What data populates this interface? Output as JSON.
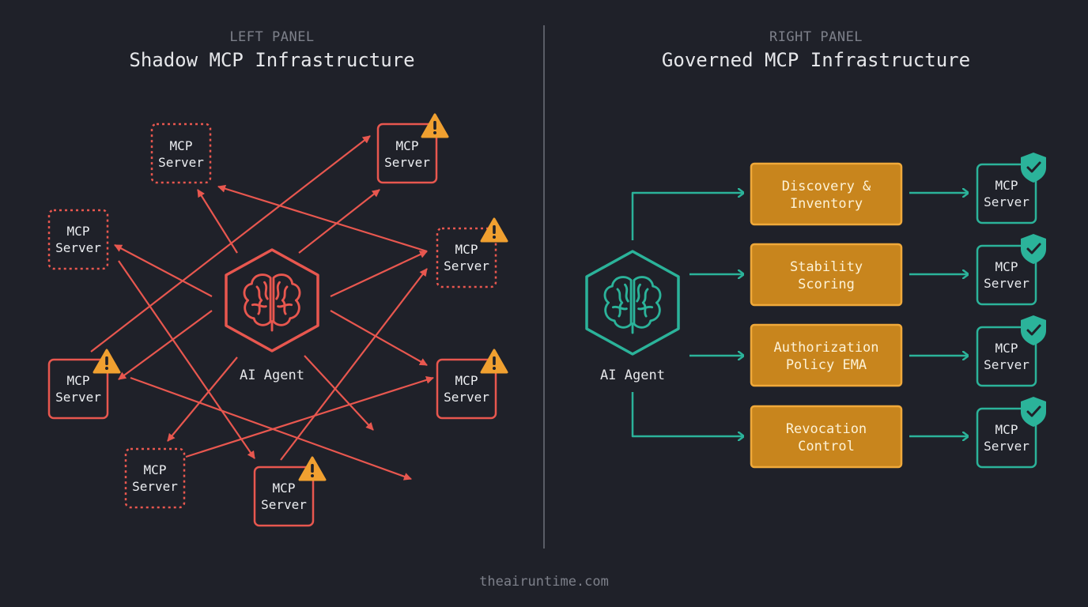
{
  "left_panel": {
    "label": "LEFT PANEL",
    "title": "Shadow MCP Infrastructure",
    "agent_label": "AI Agent",
    "server_line1": "MCP",
    "server_line2": "Server"
  },
  "right_panel": {
    "label": "RIGHT PANEL",
    "title": "Governed MCP Infrastructure",
    "agent_label": "AI Agent",
    "steps": [
      {
        "line1": "Discovery &",
        "line2": "Inventory"
      },
      {
        "line1": "Stability",
        "line2": "Scoring"
      },
      {
        "line1": "Authorization",
        "line2": "Policy EMA"
      },
      {
        "line1": "Revocation",
        "line2": "Control"
      }
    ],
    "server_line1": "MCP",
    "server_line2": "Server"
  },
  "footer": "theairuntime.com",
  "colors": {
    "background": "#1f2129",
    "shadow_red": "#e8574f",
    "governed_teal": "#2bb39a",
    "step_fill": "#c8851d",
    "step_border": "#f0a93a",
    "warning": "#f0a030"
  },
  "icons": [
    "brain-icon",
    "warning-icon",
    "shield-check-icon"
  ]
}
